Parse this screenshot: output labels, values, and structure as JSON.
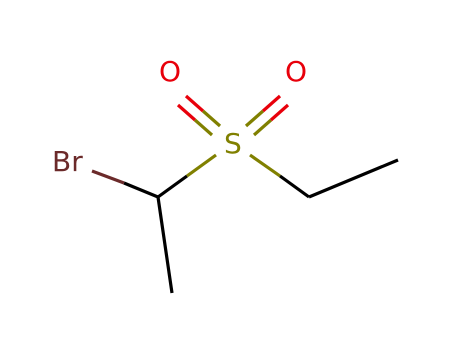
{
  "atoms": [
    {
      "id": "br",
      "symbol": "Br",
      "color": "#6b2a2a"
    },
    {
      "id": "s",
      "symbol": "S",
      "color": "#808000"
    },
    {
      "id": "o1",
      "symbol": "O",
      "color": "#e8000b"
    },
    {
      "id": "o2",
      "symbol": "O",
      "color": "#e8000b"
    }
  ],
  "colors": {
    "carbon_bond": "#000000",
    "bromine": "#6b2a2a",
    "sulfur": "#808000",
    "oxygen": "#e8000b",
    "background": "#ffffff"
  }
}
